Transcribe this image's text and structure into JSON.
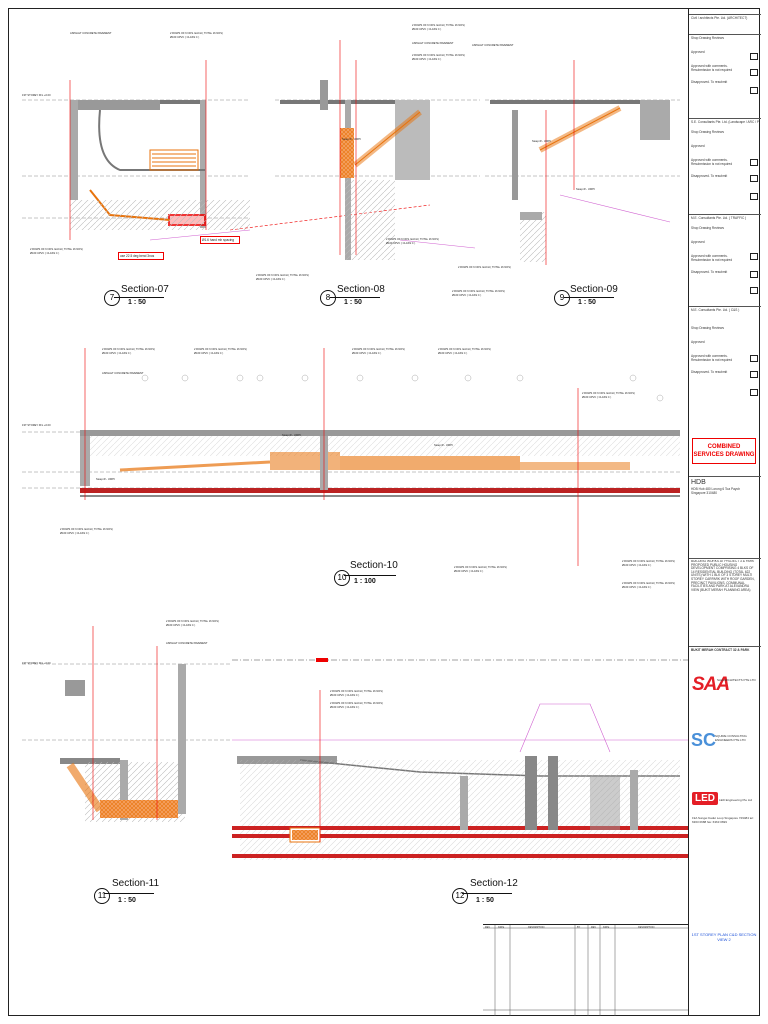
{
  "colors": {
    "accent": "#e41e26",
    "pipe": "#e8730c",
    "blue_text": "#1a4fd8",
    "line": "#222222",
    "magenta": "#d060d0"
  },
  "sections": [
    {
      "num": "7",
      "title": "Section-07",
      "scale": "1 : 50"
    },
    {
      "num": "8",
      "title": "Section-08",
      "scale": "1 : 50"
    },
    {
      "num": "9",
      "title": "Section-09",
      "scale": "1 : 50"
    },
    {
      "num": "10",
      "title": "Section-10",
      "scale": "1 : 100"
    },
    {
      "num": "11",
      "title": "Section-11",
      "scale": "1 : 50"
    },
    {
      "num": "12",
      "title": "Section-12",
      "scale": "1 : 50"
    }
  ],
  "notes": {
    "rows_note": "2 ROWS OF 6 NOS. EACH ( TOTAL 16 NOS)",
    "rows_note_b": "2 ROWS OF 6 NOS. EACH ( TOTAL 16 NOS)",
    "pipe_note": "Ø160 UPVC ( CLASS C )",
    "pavement": "ASPHALT CONCRETE PAVEMENT",
    "bend": "use 22.5 deg bend 3nos",
    "hand_mh": "Ø1.6 hand mh spacing",
    "storey": "1ST STOREY FFL +0.00",
    "steep": "Steep Ø - UDPV"
  },
  "titleblock": {
    "consultant_1": "Civil / architects Pte. Ltd. (ARCHITECT)",
    "shop_review": "Shop Drawing Reviews",
    "approved": "Approved",
    "approved_comments": "Approved with comments. Resubmission is not required",
    "disapproved": "Disapproved. To resubmit",
    "consultant_2": "S.E. Consultants Pte. Ltd. (Landscape / ARC / Power)",
    "consultant_3": "M.E. Consultants Pte. Ltd. ( TRAFFIC )",
    "consultant_4": "M.E. Consultants Pte. Ltd. ( C&S )",
    "combined": "COMBINED SERVICES DRAWING",
    "client_name": "HDB",
    "client_address": "HDB Hub 480 Lorong 6 Toa Payoh Singapore 310480",
    "project_desc": "BUILDING WORKS AT PROJECT 3 & PARK PROPOSED PUBLIC HOUSING DEVELOPMENT COMPRISING 4 BLKS OF 14 RESIDENTIAL BUILDING (TOTAL 622 UNITS) WITH 1 BLK OF 3 STOREY MULTI STOREY CARPARK WITH ROOF GARDEN, PRECINCT PAVILIONS, COMMUNAL FACILITIES AND PARK AT ALEXANDRA VIEW (BUKIT MERAH PLANNING AREA)",
    "contract": "BUKIT MERAH CONTRACT 32 & PARK",
    "saa_name": "SAA",
    "saa_firm": "SAA ARCHITECTS PTE LTD",
    "sc_name": "SC",
    "sc_firm": "SQUIRE CONSULTING ENGINEERS PTE LTD",
    "led_name": "LED",
    "led_firm": "LED Engineering Pte Ltd",
    "led_addr": "19A Sungei Kadut Loop Singapore 729484 tel: 6363 0688  fax: 6363 0699",
    "sheet_title": "1ST STOREY PLAN C&D SECTION VIEW 2"
  },
  "revision_headers": [
    "REV",
    "DATE",
    "DESCRIPTION",
    "BY",
    "REV",
    "DATE",
    "DESCRIPTION"
  ]
}
